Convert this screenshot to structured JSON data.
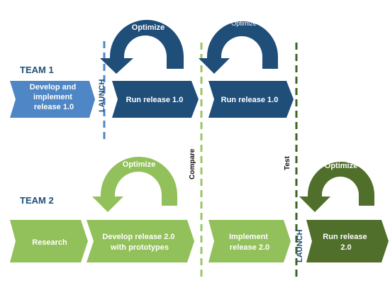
{
  "teams": {
    "team1": "TEAM 1",
    "team2": "TEAM 2"
  },
  "stages": {
    "develop_1": [
      "Develop and",
      "implement",
      "release 1.0"
    ],
    "run_1a": [
      "Run release 1.0"
    ],
    "run_1b": [
      "Run release 1.0"
    ],
    "research": [
      "Research"
    ],
    "develop_2": [
      "Develop release 2.0",
      "with prototypes"
    ],
    "implement_2": [
      "Implement",
      "release 2.0"
    ],
    "run_2": [
      "Run release",
      "2.0"
    ]
  },
  "loops": {
    "optimize_1a": "Optimize",
    "optimize_1b": "Optimize",
    "optimize_2a": "Optimize",
    "optimize_2b": "Optimize"
  },
  "markers": {
    "launch_1": "LAUNCH",
    "launch_2": "LAUNCH",
    "compare": "Compare",
    "test": "Test"
  },
  "colors": {
    "blue_light": "#4f86c6",
    "blue_dark": "#1f4e79",
    "green_light": "#92c05a",
    "green_dark": "#4f6f2a",
    "dashed_green": "#9bc665",
    "dashed_dark_green": "#3f6325"
  }
}
